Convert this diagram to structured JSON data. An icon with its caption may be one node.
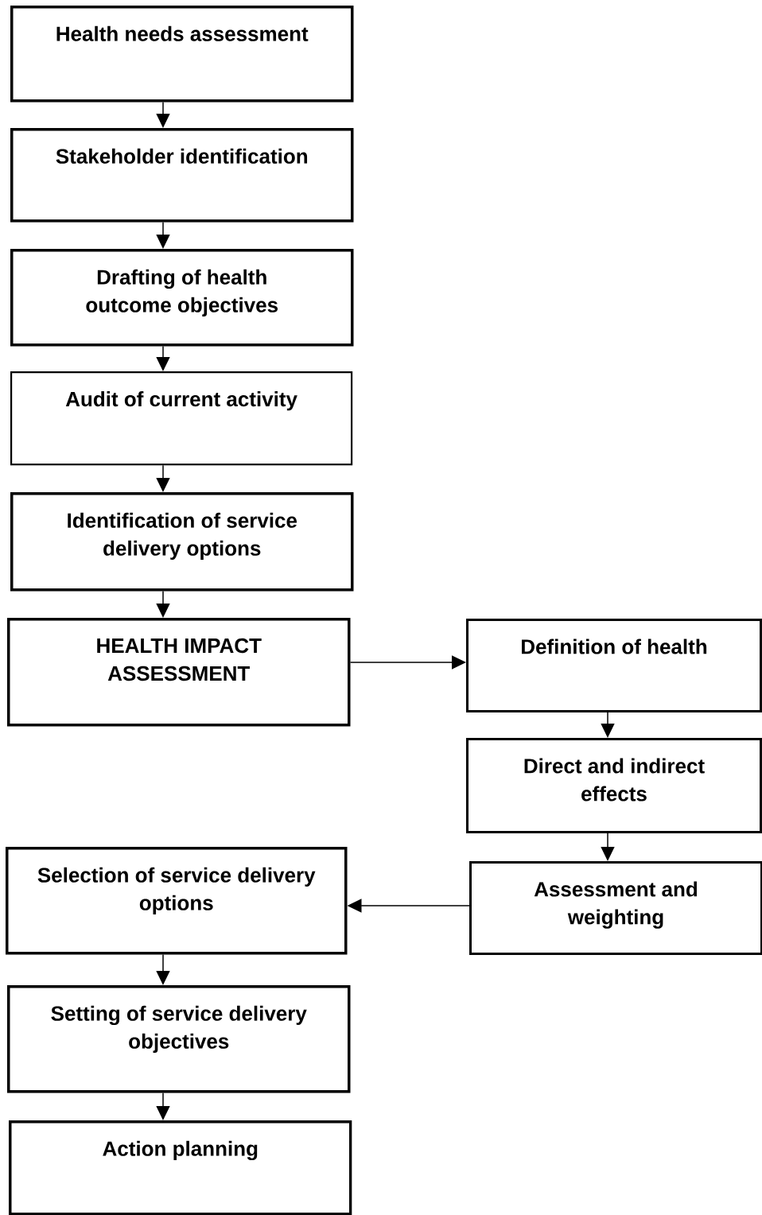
{
  "diagram": {
    "nodes": [
      {
        "text": [
          "Health needs assessment"
        ]
      },
      {
        "text": [
          "Stakeholder identification"
        ]
      },
      {
        "text": [
          "Drafting of health outcome objectives"
        ]
      },
      {
        "text": [
          "Audit of current activity"
        ]
      },
      {
        "text": [
          "Identification of service delivery options"
        ]
      },
      {
        "text": [
          "HEALTH IMPACT ASSESSMENT"
        ]
      },
      {
        "text": [
          "Definition of health"
        ]
      },
      {
        "text": [
          "Direct and indirect effects"
        ]
      },
      {
        "text": [
          "Assessment and weighting"
        ]
      },
      {
        "text": [
          "Selection of service delivery options"
        ]
      },
      {
        "text": [
          "Setting of service delivery objectives"
        ]
      },
      {
        "text": [
          "Action planning"
        ]
      }
    ],
    "edges": [
      {
        "from": 0,
        "to": 1,
        "arrow": "to"
      },
      {
        "from": 1,
        "to": 2,
        "arrow": "to"
      },
      {
        "from": 2,
        "to": 3,
        "arrow": "to"
      },
      {
        "from": 3,
        "to": 4,
        "arrow": "to"
      },
      {
        "from": 4,
        "to": 5,
        "arrow": "to"
      },
      {
        "from": 5,
        "to": 6,
        "arrow": "to"
      },
      {
        "from": 6,
        "to": 7,
        "arrow": "to"
      },
      {
        "from": 7,
        "to": 8,
        "arrow": "to"
      },
      {
        "from": 8,
        "to": 9,
        "arrow": "to"
      },
      {
        "from": 9,
        "to": 10,
        "arrow": "to"
      },
      {
        "from": 10,
        "to": 11,
        "arrow": "to"
      }
    ]
  }
}
